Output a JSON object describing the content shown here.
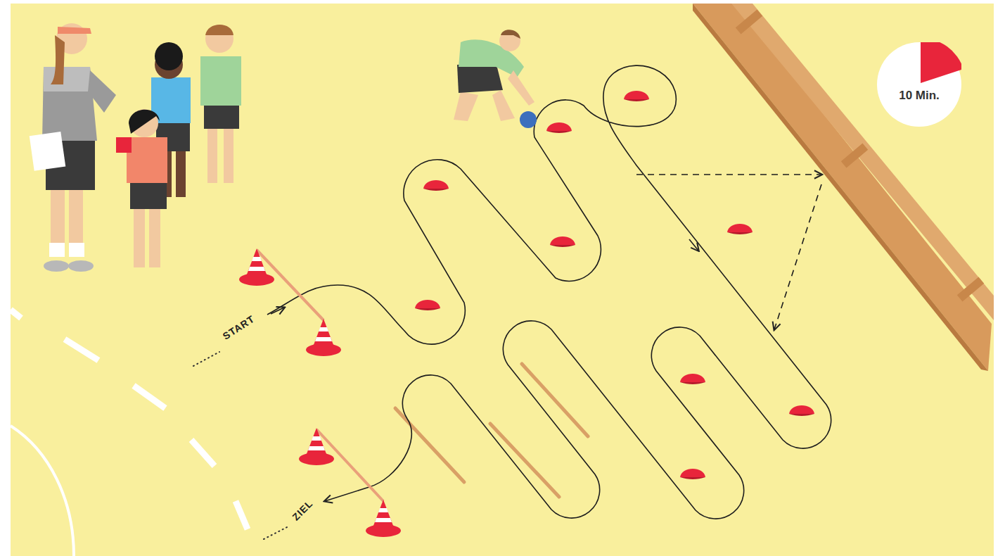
{
  "diagram": {
    "nodes": [
      {
        "text": [
          "10 Min."
        ]
      }
    ],
    "labels": [
      "START",
      "ZIEL"
    ]
  }
}
